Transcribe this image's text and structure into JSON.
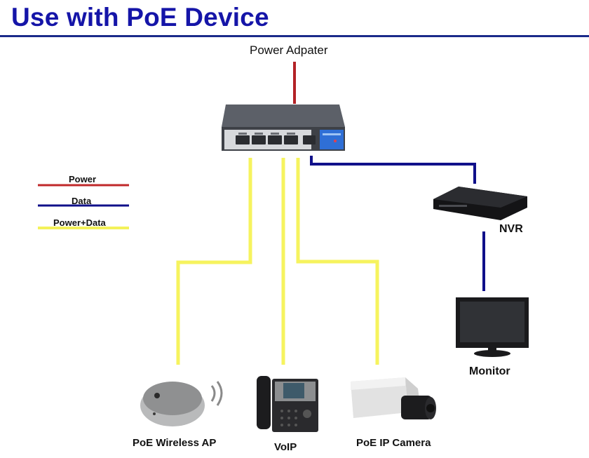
{
  "header": {
    "title": "Use with PoE Device"
  },
  "switch": {
    "power_label": "Power Adpater"
  },
  "legend": {
    "items": [
      {
        "label": "Power",
        "color": "#c0282a"
      },
      {
        "label": "Data",
        "color": "#10108a"
      },
      {
        "label": "Power+Data",
        "color": "#f4f25a"
      }
    ]
  },
  "devices": {
    "nvr": "NVR",
    "monitor": "Monitor",
    "wireless_ap": "PoE Wireless AP",
    "voip": "VoIP",
    "ip_camera": "PoE IP Camera"
  },
  "colors": {
    "title": "#1515a8",
    "power": "#c0282a",
    "data": "#10108a",
    "power_data": "#f4f25a",
    "switch_badge": "#2f6fd6"
  }
}
